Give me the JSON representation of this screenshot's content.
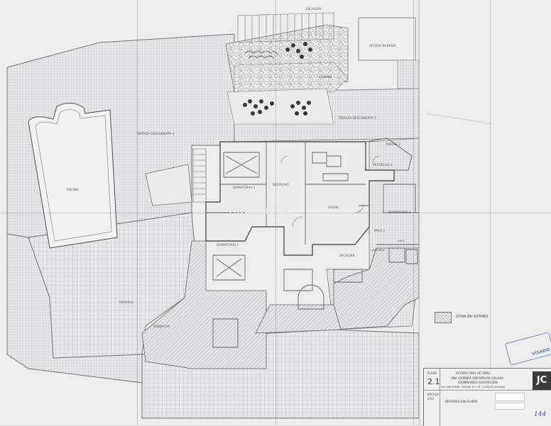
{
  "watermark": "habitaclia",
  "labels": {
    "escalera": "ESCALERA",
    "acceso_rodado": "ACCESO RODADO",
    "camino": "CAMINO",
    "terraza_descubierta_2": "TERRAZA DESCUBIERTA 2",
    "terraza_descubierta_4": "TERRAZA DESCUBIERTA 4",
    "porche_2": "PORCHE 2",
    "vestibulo_3": "VESTIBULO 3",
    "piscina": "PISCINA",
    "dormitorio_3": "DORMITORIO 3",
    "despacho": "DESPACHO",
    "salon": "SALON",
    "dormitorio_4": "DORMITORIO 4",
    "paso_2": "PASO 2",
    "dormitorio_1": "DORMITORIO 1",
    "escalera_2": "ESCALERA",
    "lavadero": "LAVADERO",
    "aseo": "ASEO",
    "pergola": "PERGOLA",
    "barbacoa": "BARBACOA"
  },
  "legend": {
    "zona_sotano": "ZONA EN SOTANO"
  },
  "titleblock": {
    "plano_label": "PLANO",
    "plano_number": "2.1",
    "line1": "ESTADO FINAL DE OBRA",
    "line2": "UNA VIVIENDA UNIFAMILIAR AISLADA",
    "line3": "(DOMINANDO AGRUPACION)",
    "line4": "Urb. SAN RAFAEL, Parcelas 77 y 78 · LA NUCIA (Alicante)",
    "escala_label": "ESCALA",
    "escala": "1/50",
    "tipo": "DISTRIBUCION PLANTA",
    "stamp": "VISADO",
    "logo": "JC",
    "hand": "144"
  }
}
